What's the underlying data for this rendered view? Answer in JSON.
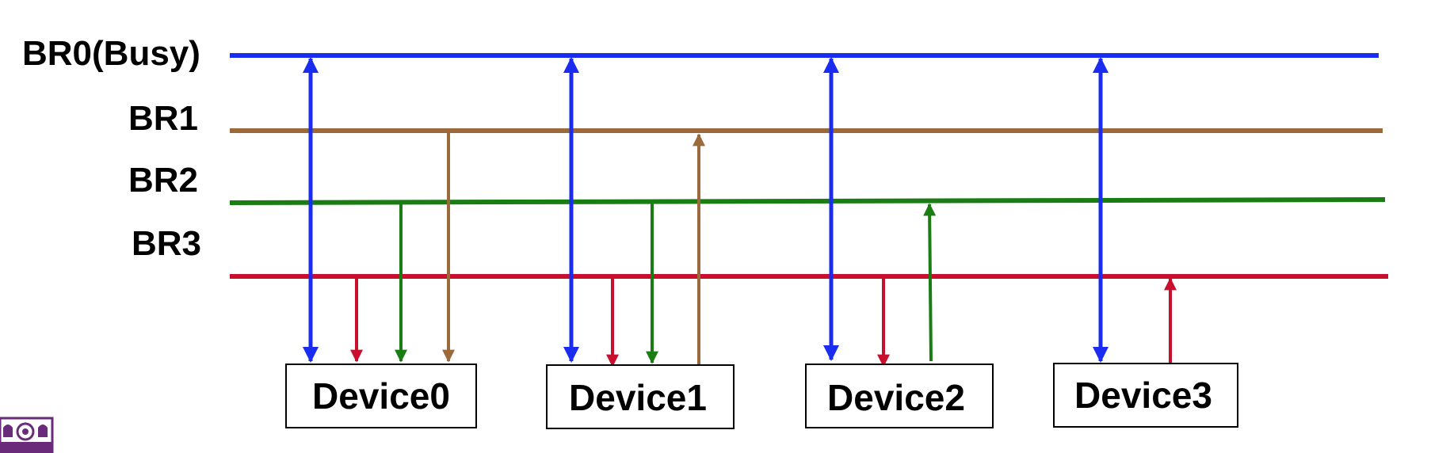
{
  "buses": [
    {
      "id": "br0",
      "label": "BR0(Busy)",
      "color": "#1a2cf0"
    },
    {
      "id": "br1",
      "label": "BR1",
      "color": "#9a6a3c"
    },
    {
      "id": "br2",
      "label": "BR2",
      "color": "#1a7d14"
    },
    {
      "id": "br3",
      "label": "BR3",
      "color": "#c8102e"
    }
  ],
  "devices": [
    {
      "id": "device0",
      "label": "Device0"
    },
    {
      "id": "device1",
      "label": "Device1"
    },
    {
      "id": "device2",
      "label": "Device2"
    },
    {
      "id": "device3",
      "label": "Device3"
    }
  ],
  "connections": [
    {
      "device": "device0",
      "bus": "br0",
      "direction": "both"
    },
    {
      "device": "device0",
      "bus": "br3",
      "direction": "to-device"
    },
    {
      "device": "device0",
      "bus": "br2",
      "direction": "to-device"
    },
    {
      "device": "device0",
      "bus": "br1",
      "direction": "to-device"
    },
    {
      "device": "device1",
      "bus": "br0",
      "direction": "both"
    },
    {
      "device": "device1",
      "bus": "br3",
      "direction": "to-device"
    },
    {
      "device": "device1",
      "bus": "br2",
      "direction": "to-device"
    },
    {
      "device": "device1",
      "bus": "br1",
      "direction": "to-bus"
    },
    {
      "device": "device2",
      "bus": "br0",
      "direction": "both"
    },
    {
      "device": "device2",
      "bus": "br3",
      "direction": "to-device"
    },
    {
      "device": "device2",
      "bus": "br2",
      "direction": "to-bus"
    },
    {
      "device": "device3",
      "bus": "br0",
      "direction": "both"
    },
    {
      "device": "device3",
      "bus": "br3",
      "direction": "to-bus"
    }
  ],
  "logo_icon": "university-crest-icon"
}
